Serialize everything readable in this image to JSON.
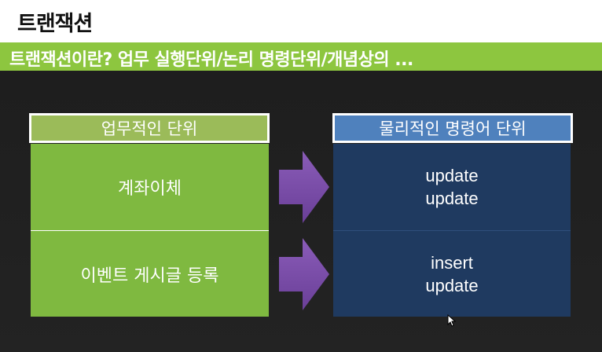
{
  "header": {
    "title": "트랜잭션"
  },
  "banner": {
    "text": "트랜잭션이란? 업무 실행단위/논리 명령단위/개념상의 ..."
  },
  "diagram": {
    "left_header": "업무적인 단위",
    "right_header": "물리적인 명령어 단위",
    "rows": [
      {
        "business": "계좌이체",
        "commands": [
          "update",
          "update"
        ]
      },
      {
        "business": "이벤트 게시글 등록",
        "commands": [
          "insert",
          "update"
        ]
      }
    ],
    "colors": {
      "left_header": "#9bbb59",
      "left_cells": "#7fb940",
      "right_header": "#4f81bd",
      "right_cells": "#1f3a60",
      "arrow": "#7a4fa8"
    }
  }
}
